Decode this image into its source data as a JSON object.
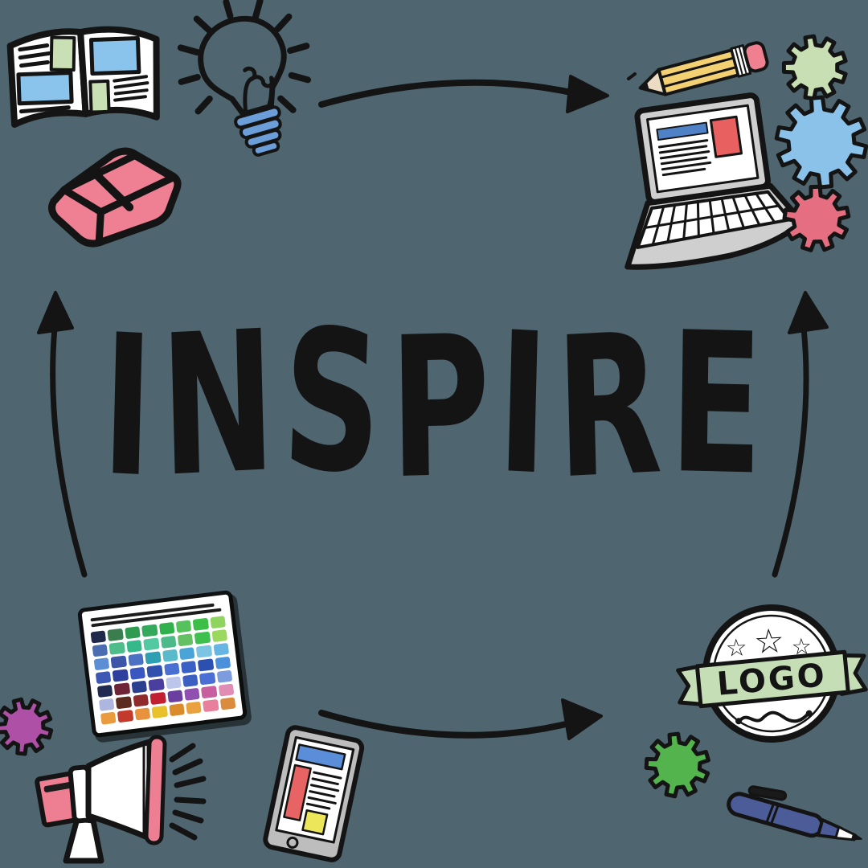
{
  "title": {
    "text": "INSPIRE"
  },
  "badge": {
    "label": "LOGO",
    "star": "☆"
  },
  "colors": {
    "background": "#4F6670",
    "ink": "#141414",
    "paper": "#ffffff",
    "book_blue": "#8AC4EC",
    "book_green": "#C8E0B4",
    "bulb_blue": "#6B9ED9",
    "eraser_pink": "#EF8093",
    "pencil_yellow": "#F3D173",
    "pencil_wood": "#ECDCC3",
    "pencil_eraser": "#EF8090",
    "laptop_gray": "#CFCFCF",
    "laptop_blue": "#4F81C7",
    "laptop_red": "#E86060",
    "gear_green_light": "#C8DFB3",
    "gear_blue": "#8AC2E9",
    "gear_red": "#E56E80",
    "gear_magenta": "#AD50A6",
    "gear_green": "#53B34C",
    "megaphone_pink": "#EE7F92",
    "tablet_gray": "#BDBDBD",
    "tablet_blue": "#5B8ED8",
    "tablet_red": "#E86464",
    "tablet_yellow": "#ECE75A",
    "ribbon_green": "#C6DEB6",
    "pen_blue": "#4C5C99"
  },
  "palette": {
    "rows": [
      [
        "#1F2A4B",
        "#3A7D4E",
        "#2E9B51",
        "#34A95B",
        "#30B14D",
        "#55C25E",
        "#3CBF46",
        "#8ED45F"
      ],
      [
        "#4A6CB0",
        "#4DBD8C",
        "#35B98A",
        "#52C9A1",
        "#4CBA89",
        "#65BF63",
        "#3FC04E",
        "#9BD95E"
      ],
      [
        "#5B8ED2",
        "#3D56A7",
        "#4B71C2",
        "#2F9FB2",
        "#59BACB",
        "#4BA4D7",
        "#7CC5E2",
        "#66B5E2"
      ],
      [
        "#3C58B2",
        "#2E3F9D",
        "#3A56C1",
        "#3050AE",
        "#4A70D1",
        "#3B60C5",
        "#2B50B0",
        "#4B90DA"
      ],
      [
        "#20294F",
        "#6E2336",
        "#2B3F8F",
        "#4A3F9F",
        "#BCC6EA",
        "#3B60C1",
        "#4A70D5",
        "#7C9CE0"
      ],
      [
        "#ADB6DE",
        "#5C2B1F",
        "#8F2B2B",
        "#C22031",
        "#6B3F9F",
        "#8F50AF",
        "#C8609F",
        "#E18CB5"
      ],
      [
        "#E99B3D",
        "#C23A2C",
        "#E9923D",
        "#E9C12B",
        "#DA8B2C",
        "#E9A23D",
        "#E9809B",
        "#DA8B3D"
      ]
    ]
  },
  "icons": {
    "open-book-icon": "open magazine with photos and text",
    "lightbulb-icon": "glowing idea bulb",
    "eraser-icon": "pink eraser",
    "pencil-icon": "yellow pencil",
    "laptop-icon": "laptop with webpage",
    "gear-icons": "cogs in green, blue, red, magenta",
    "arrow-icons": "curved cycle arrows",
    "palette-icon": "color swatch card",
    "megaphone-icon": "announcement megaphone",
    "tablet-icon": "tablet with webpage",
    "logo-badge-icon": "round stamp with stars and ribbon",
    "pen-icon": "blue ballpoint pen"
  }
}
